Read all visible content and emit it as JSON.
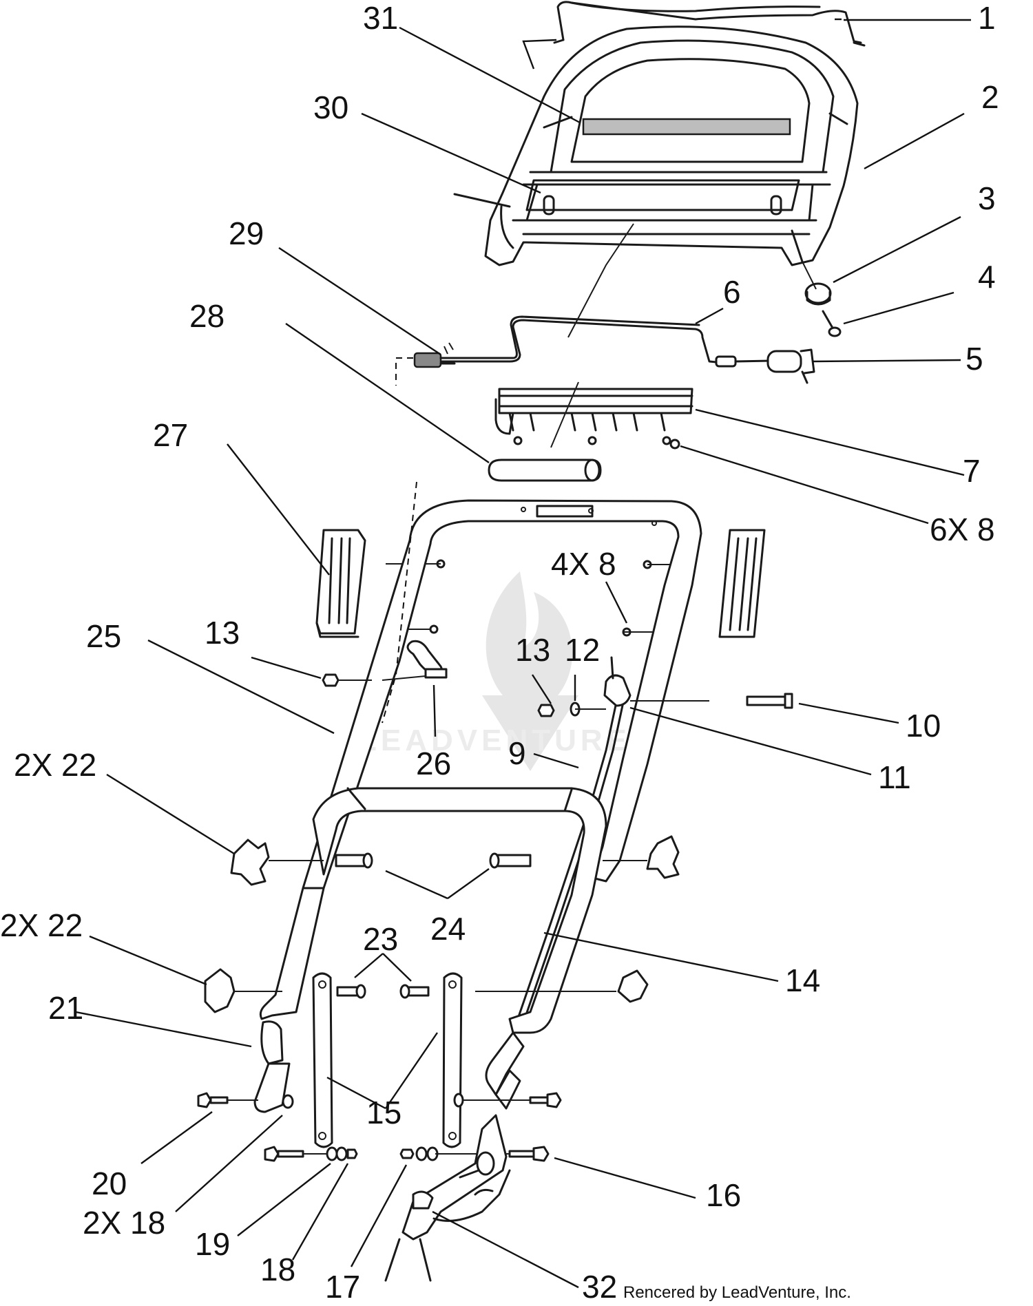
{
  "callouts": [
    {
      "id": "c1",
      "text": "1"
    },
    {
      "id": "c2",
      "text": "2"
    },
    {
      "id": "c3",
      "text": "3"
    },
    {
      "id": "c4",
      "text": "4"
    },
    {
      "id": "c5",
      "text": "5"
    },
    {
      "id": "c6",
      "text": "6"
    },
    {
      "id": "c7",
      "text": "7"
    },
    {
      "id": "c6x8",
      "text": "6X 8"
    },
    {
      "id": "c4x8",
      "text": "4X 8"
    },
    {
      "id": "c9",
      "text": "9"
    },
    {
      "id": "c10",
      "text": "10"
    },
    {
      "id": "c11",
      "text": "11"
    },
    {
      "id": "c12",
      "text": "12"
    },
    {
      "id": "c13a",
      "text": "13"
    },
    {
      "id": "c13b",
      "text": "13"
    },
    {
      "id": "c14",
      "text": "14"
    },
    {
      "id": "c15",
      "text": "15"
    },
    {
      "id": "c16",
      "text": "16"
    },
    {
      "id": "c17",
      "text": "17"
    },
    {
      "id": "c18",
      "text": "18"
    },
    {
      "id": "c2x18",
      "text": "2X 18"
    },
    {
      "id": "c19",
      "text": "19"
    },
    {
      "id": "c20",
      "text": "20"
    },
    {
      "id": "c21",
      "text": "21"
    },
    {
      "id": "c2x22a",
      "text": "2X 22"
    },
    {
      "id": "c2x22b",
      "text": "2X 22"
    },
    {
      "id": "c23",
      "text": "23"
    },
    {
      "id": "c24",
      "text": "24"
    },
    {
      "id": "c25",
      "text": "25"
    },
    {
      "id": "c26",
      "text": "26"
    },
    {
      "id": "c27",
      "text": "27"
    },
    {
      "id": "c28",
      "text": "28"
    },
    {
      "id": "c29",
      "text": "29"
    },
    {
      "id": "c30",
      "text": "30"
    },
    {
      "id": "c31",
      "text": "31"
    },
    {
      "id": "c32",
      "text": "32"
    }
  ],
  "credit": "Rencered by LeadVenture, Inc.",
  "watermark": "LEADVENTURE"
}
